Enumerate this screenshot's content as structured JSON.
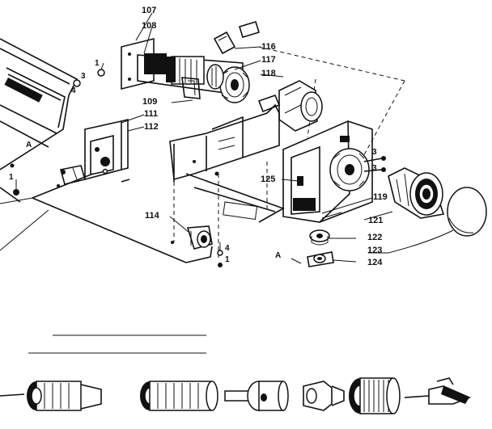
{
  "part_labels": {
    "p107": "107",
    "p108": "108",
    "p116": "116",
    "p117": "117",
    "p118": "118",
    "p109": "109",
    "p111": "111",
    "p112": "112",
    "p114": "114",
    "p125": "125",
    "p119": "119",
    "p121": "121",
    "p122": "122",
    "p123": "123",
    "p124": "124",
    "p3a": "3",
    "p3b": "3",
    "p1a": "1",
    "p3c": "3",
    "p4a": "4",
    "p1b": "1",
    "p4b": "4",
    "p1c": "1",
    "refA1": "A",
    "refA2": "A"
  }
}
